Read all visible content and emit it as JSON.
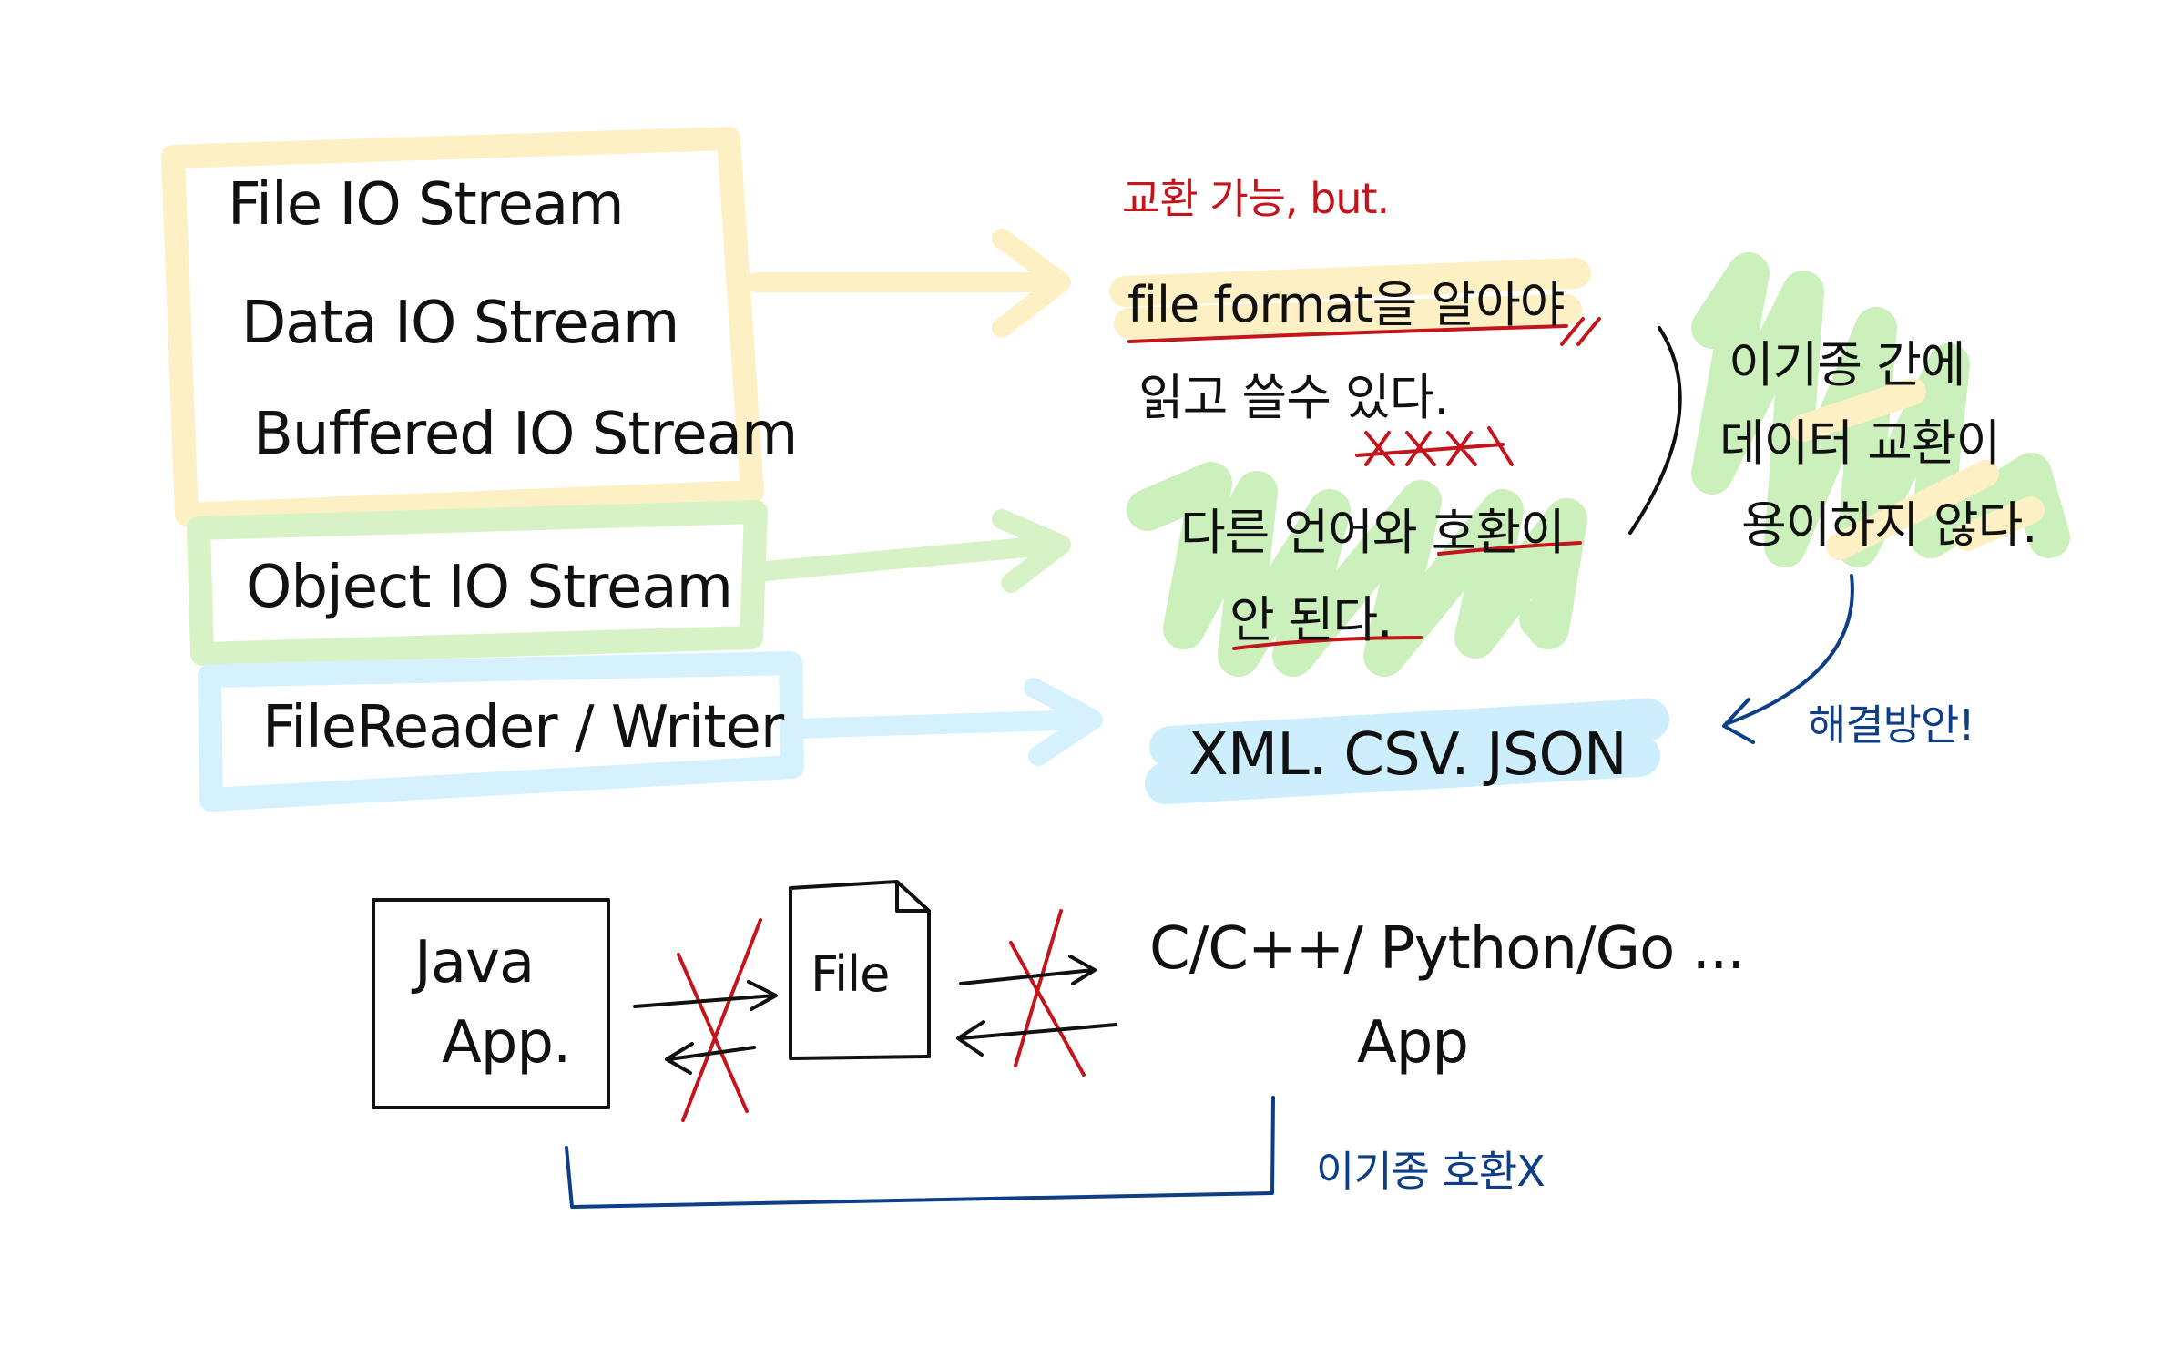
{
  "colors": {
    "yellow_highlight": "#fdf0c4",
    "green_highlight": "#c9f0b8",
    "blue_highlight": "#cdeefc",
    "ink": "#111111",
    "red_ink": "#c3151b",
    "blue_ink": "#0e3e86"
  },
  "streams": {
    "group1": [
      "File IO Stream",
      "Data IO Stream",
      "Buffered IO Stream"
    ],
    "group2": "Object IO Stream",
    "group3": "FileReader / Writer"
  },
  "notes": {
    "exchange_possible": "교환 가능, but.",
    "file_format_line1": "file format을 알아야",
    "file_format_line2": "읽고 쓸수 있다.",
    "strike_text": "XXXX",
    "other_lang_line1": "다른 언어와 호환이",
    "other_lang_line2": "안 된다.",
    "hetero_line1": "이기종 간에",
    "hetero_line2": "데이터 교환이",
    "hetero_line3": "용이하지 않다.",
    "solution": "해결방안!",
    "formats": "XML. CSV. JSON"
  },
  "bottom_diagram": {
    "java_app_line1": "Java",
    "java_app_line2": "App.",
    "file_label": "File",
    "langs_line1": "C/C++/ Python/Go ...",
    "langs_line2": "App",
    "hetero_incompatible": "이기종 호환X"
  }
}
